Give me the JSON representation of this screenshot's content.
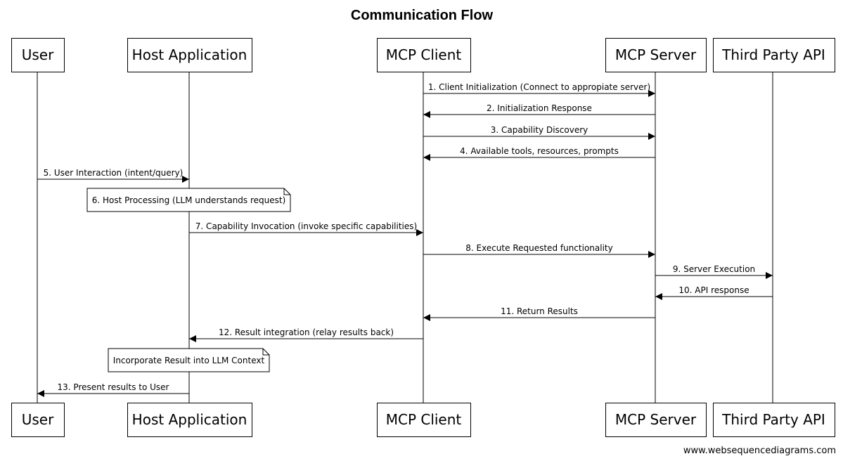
{
  "title": "Communication Flow",
  "participants": [
    {
      "id": "user",
      "label": "User"
    },
    {
      "id": "host",
      "label": "Host Application"
    },
    {
      "id": "client",
      "label": "MCP Client"
    },
    {
      "id": "server",
      "label": "MCP Server"
    },
    {
      "id": "api",
      "label": "Third Party API"
    }
  ],
  "messages": [
    {
      "from": "client",
      "to": "server",
      "label": "1. Client Initialization (Connect to appropiate server)"
    },
    {
      "from": "server",
      "to": "client",
      "label": "2. Initialization Response"
    },
    {
      "from": "client",
      "to": "server",
      "label": "3. Capability Discovery"
    },
    {
      "from": "server",
      "to": "client",
      "label": "4. Available tools, resources, prompts"
    },
    {
      "from": "user",
      "to": "host",
      "label": "5. User Interaction (intent/query)"
    },
    {
      "note_over": "host",
      "label": "6. Host Processing (LLM understands request)"
    },
    {
      "from": "host",
      "to": "client",
      "label": "7. Capability Invocation (invoke specific capabilities)"
    },
    {
      "from": "client",
      "to": "server",
      "label": "8. Execute Requested functionality"
    },
    {
      "from": "server",
      "to": "api",
      "label": "9. Server Execution"
    },
    {
      "from": "api",
      "to": "server",
      "label": "10. API response"
    },
    {
      "from": "server",
      "to": "client",
      "label": "11. Return Results"
    },
    {
      "from": "client",
      "to": "host",
      "label": "12. Result integration (relay results back)"
    },
    {
      "note_over": "host",
      "label": "Incorporate Result into LLM Context"
    },
    {
      "from": "host",
      "to": "user",
      "label": "13. Present results to User"
    }
  ],
  "footer": "www.websequencediagrams.com"
}
